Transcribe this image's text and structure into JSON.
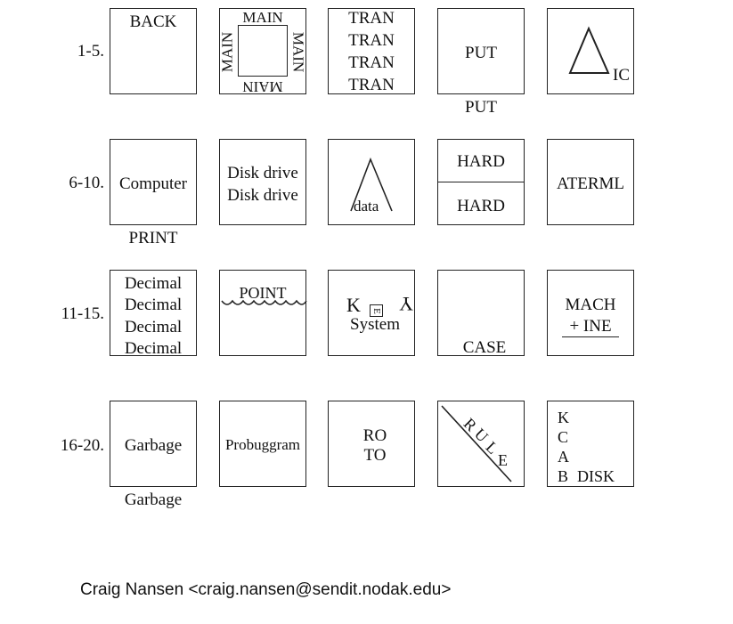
{
  "rows": [
    "1-5.",
    "6-10.",
    "11-15.",
    "16-20."
  ],
  "puzzles": {
    "p1": {
      "text": "BACK"
    },
    "p2": {
      "word": "MAIN"
    },
    "p3": {
      "lines": [
        "TRAN",
        "TRAN",
        "TRAN",
        "TRAN"
      ]
    },
    "p4": {
      "inside": "PUT",
      "below": "PUT"
    },
    "p5": {
      "text": "IC"
    },
    "p6": {
      "inside": "Computer",
      "below": "PRINT"
    },
    "p7": {
      "lines": [
        "Disk drive",
        "Disk drive"
      ]
    },
    "p8": {
      "text": "data"
    },
    "p9": {
      "top": "HARD",
      "bottom": "HARD"
    },
    "p10": {
      "text": "ATERML"
    },
    "p11": {
      "lines": [
        "Decimal",
        "Decimal",
        "Decimal",
        "Decimal"
      ]
    },
    "p12": {
      "text": "POINT"
    },
    "p13": {
      "k": "K",
      "e": "E",
      "y": "Y",
      "system": "System"
    },
    "p14": {
      "text": "CASE"
    },
    "p15": {
      "top": "MACH",
      "bottom": "+ INE"
    },
    "p16": {
      "inside": "Garbage",
      "below": "Garbage"
    },
    "p17": {
      "text": "Probuggram"
    },
    "p18": {
      "lines": [
        "RO",
        "TO"
      ]
    },
    "p19": {
      "letters": [
        "R",
        "U",
        "L",
        "E"
      ]
    },
    "p20": {
      "letters": [
        "K",
        "C",
        "A",
        "B"
      ],
      "disk": "DISK"
    }
  },
  "footer": {
    "credit": "Craig Nansen <craig.nansen@sendit.nodak.edu>"
  }
}
